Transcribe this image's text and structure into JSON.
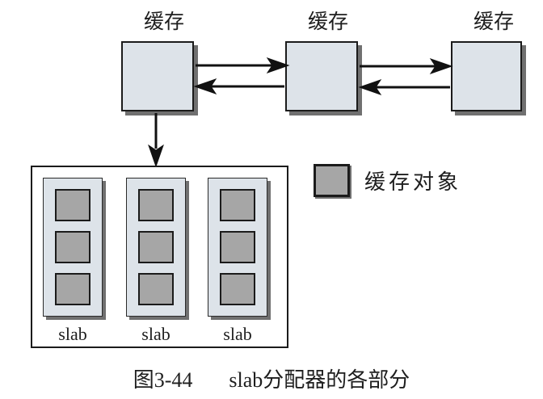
{
  "colors": {
    "background": "#ffffff",
    "cache_box_fill": "#dde3e9",
    "object_fill": "#a6a6a6",
    "shadow": "#707070",
    "border": "#1b1b1b",
    "text": "#1e1e1e"
  },
  "cache_boxes": [
    {
      "label": "缓存"
    },
    {
      "label": "缓存"
    },
    {
      "label": "缓存"
    }
  ],
  "slab_panel": {
    "slabs": [
      {
        "label": "slab",
        "object_count": 3
      },
      {
        "label": "slab",
        "object_count": 3
      },
      {
        "label": "slab",
        "object_count": 3
      }
    ]
  },
  "legend": {
    "label": "缓存对象"
  },
  "caption": {
    "figure_number": "图3-44",
    "title": "slab分配器的各部分"
  }
}
